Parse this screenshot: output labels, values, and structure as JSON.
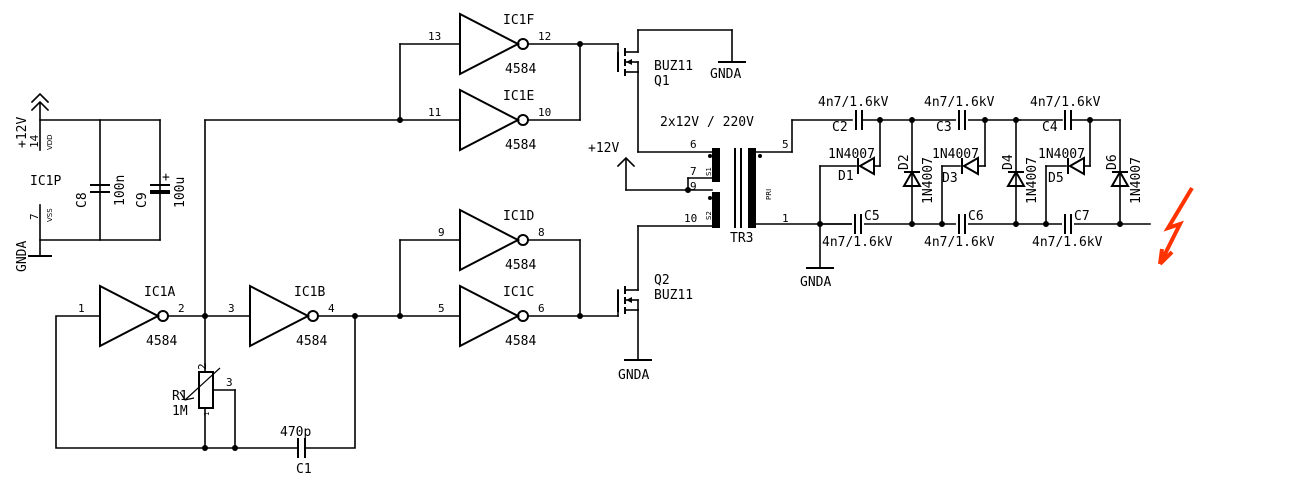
{
  "gates": {
    "ic1a": {
      "name": "IC1A",
      "type": "4584",
      "pin_in": "1",
      "pin_out": "2"
    },
    "ic1b": {
      "name": "IC1B",
      "type": "4584",
      "pin_in": "3",
      "pin_out": "4"
    },
    "ic1c": {
      "name": "IC1C",
      "type": "4584",
      "pin_in": "5",
      "pin_out": "6"
    },
    "ic1d": {
      "name": "IC1D",
      "type": "4584",
      "pin_in": "9",
      "pin_out": "8"
    },
    "ic1e": {
      "name": "IC1E",
      "type": "4584",
      "pin_in": "11",
      "pin_out": "10"
    },
    "ic1f": {
      "name": "IC1F",
      "type": "4584",
      "pin_in": "13",
      "pin_out": "12"
    }
  },
  "supply": {
    "name": "IC1P",
    "vplus": "+12V",
    "gnd": "GNDA",
    "pin_vdd": "14",
    "vdd": "VDD",
    "pin_vss": "7",
    "vss": "VSS",
    "c8": "C8",
    "c8_value": "100n",
    "c9": "C9",
    "c9_value": "100u",
    "c9_polarity": "+"
  },
  "timing": {
    "r1": "R1",
    "r1_value": "1M",
    "r1_pin_wiper": "2",
    "r1_pin_3": "3",
    "r1_pin_1": "1",
    "c1": "C1",
    "c1_value": "470p"
  },
  "mosfets": {
    "q1_type": "BUZ11",
    "q1_name": "Q1",
    "q1_gnd": "GNDA",
    "q2_name": "Q2",
    "q2_type": "BUZ11",
    "q2_gnd": "GNDA"
  },
  "transformer": {
    "name": "TR3",
    "rating": "2x12V / 220V",
    "vplus": "+12V",
    "pin6": "6",
    "pin7": "7",
    "pin9": "9",
    "pin10": "10",
    "pin5": "5",
    "pin1": "1",
    "s1": "S1",
    "s2": "S2",
    "pri": "PRI"
  },
  "multiplier": {
    "gnd": "GNDA",
    "c2": "C2",
    "c2_value": "4n7/1.6kV",
    "c3": "C3",
    "c3_value": "4n7/1.6kV",
    "c4": "C4",
    "c4_value": "4n7/1.6kV",
    "c5": "C5",
    "c5_value": "4n7/1.6kV",
    "c6": "C6",
    "c6_value": "4n7/1.6kV",
    "c7": "C7",
    "c7_value": "4n7/1.6kV",
    "d1": "D1",
    "d1_value": "1N4007",
    "d2": "D2",
    "d2_value": "1N4007",
    "d3": "D3",
    "d3_value": "1N4007",
    "d4": "D4",
    "d4_value": "1N4007",
    "d5": "D5",
    "d5_value": "1N4007",
    "d6": "D6",
    "d6_value": "1N4007"
  },
  "colors": {
    "wire": "#000000",
    "hv_symbol": "#ff3300"
  },
  "icons": {
    "hv_output": "high-voltage-lightning-icon"
  }
}
